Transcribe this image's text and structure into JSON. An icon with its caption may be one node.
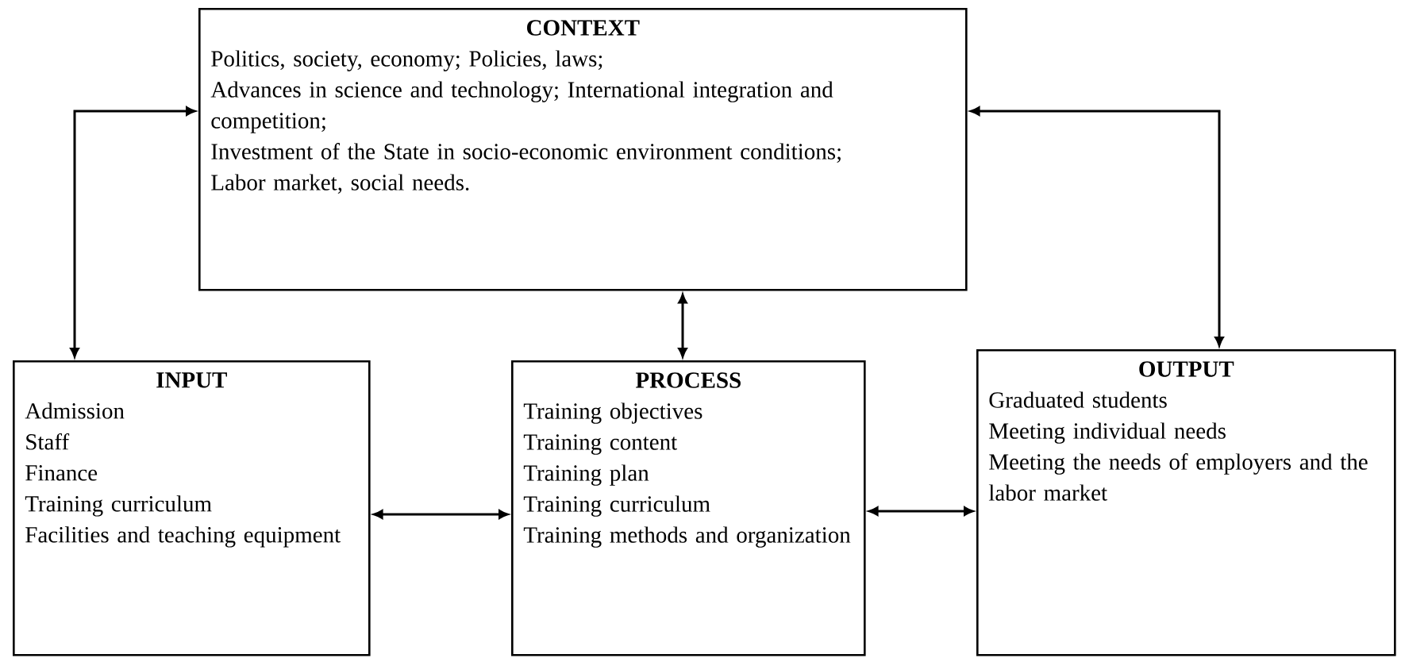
{
  "diagram": {
    "nodes": [
      {
        "text": [
          "CONTEXT",
          "Politics, society, economy; Policies, laws;",
          "Advances in science and technology; International integration and competition;",
          "Investment of the State in socio-economic environment conditions;",
          "Labor market, social needs."
        ]
      },
      {
        "text": [
          "INPUT",
          "Admission",
          "Staff",
          "Finance",
          "Training curriculum",
          "Facilities and teaching equipment"
        ]
      },
      {
        "text": [
          "PROCESS",
          "Training objectives",
          "Training content",
          "Training plan",
          "Training curriculum",
          "Training methods and organization"
        ]
      },
      {
        "text": [
          "OUTPUT",
          "Graduated students",
          "Meeting individual needs",
          "Meeting the needs of employers and the labor market"
        ]
      }
    ],
    "edges": [
      {
        "from": 0,
        "to": 1,
        "arrow": "both"
      },
      {
        "from": 0,
        "to": 2,
        "arrow": "both"
      },
      {
        "from": 0,
        "to": 3,
        "arrow": "both"
      },
      {
        "from": 1,
        "to": 2,
        "arrow": "both"
      },
      {
        "from": 2,
        "to": 3,
        "arrow": "both"
      }
    ]
  }
}
